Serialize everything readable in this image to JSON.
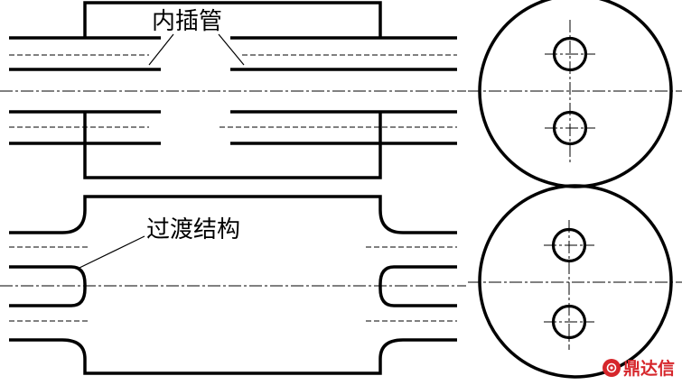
{
  "labels": {
    "inner_tube": "内插管",
    "transition_structure": "过渡结构"
  },
  "watermark": {
    "text": "鼎达信",
    "color": "#d6262b",
    "logo_icon": "brand-logo-icon"
  },
  "colors": {
    "line": "#000000",
    "background": "#ffffff"
  }
}
